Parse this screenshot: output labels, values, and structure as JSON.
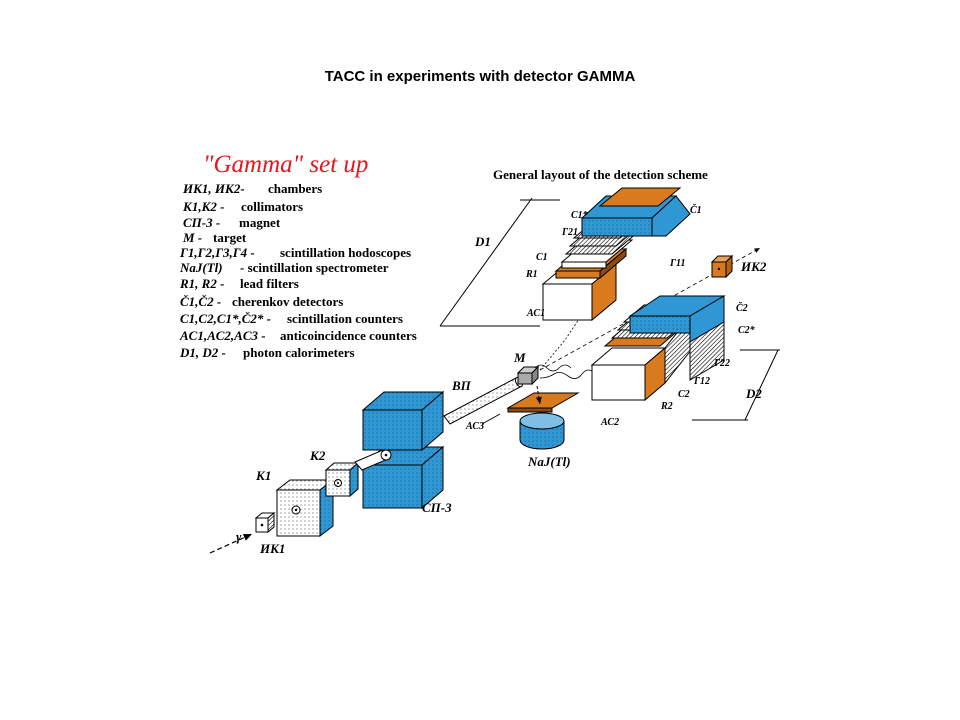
{
  "slide": {
    "title": "TACC in experiments with detector GAMMA"
  },
  "setup": {
    "title": "\"Gamma\"   set up",
    "layout_title": "General layout of the detection scheme"
  },
  "legend": [
    {
      "key": "ИК1, ИК2-",
      "desc": "chambers"
    },
    {
      "key": "К1,К2 -",
      "desc": "collimators"
    },
    {
      "key": "СП-3 -",
      "desc": "magnet"
    },
    {
      "key": "M -",
      "desc": "target"
    },
    {
      "key": "Г1,Г2,Г3,Г4 -",
      "desc": "scintillation hodoscopes"
    },
    {
      "key": "NaJ(Tl)",
      "desc": "- scintillation spectrometer"
    },
    {
      "key": "R1, R2 -",
      "desc": "lead filters"
    },
    {
      "key": "Č1,Č2 -",
      "desc": "cherenkov detectors"
    },
    {
      "key": "C1,C2,C1*,Č2* -",
      "desc": "scintillation counters"
    },
    {
      "key": "AC1,AC2,AC3 -",
      "desc": "anticoincidence counters"
    },
    {
      "key": "D1, D2 -",
      "desc": "photon calorimeters"
    }
  ],
  "labels": {
    "ik1": "ИК1",
    "ik2": "ИК2",
    "k1": "К1",
    "k2": "К2",
    "sp3": "СП-3",
    "vp": "ВП",
    "ac3": "АС3",
    "m": "М",
    "naj": "NaJ(Tl)",
    "gamma": "γ",
    "d1": "D1",
    "d2": "D2",
    "c1_star": "С1*",
    "g21": "Г21",
    "c1": "С1",
    "r1": "R1",
    "ac1": "АС1",
    "g11": "Г11",
    "c1_check": "Č1",
    "c2_check": "Č2",
    "c2_star": "С2*",
    "g22": "Г22",
    "g12": "Г12",
    "c2": "С2",
    "r2": "R2",
    "ac2": "АС2"
  },
  "colors": {
    "blue": "#2f97d3",
    "orange": "#d97a1e",
    "title_red": "#e8151b"
  }
}
